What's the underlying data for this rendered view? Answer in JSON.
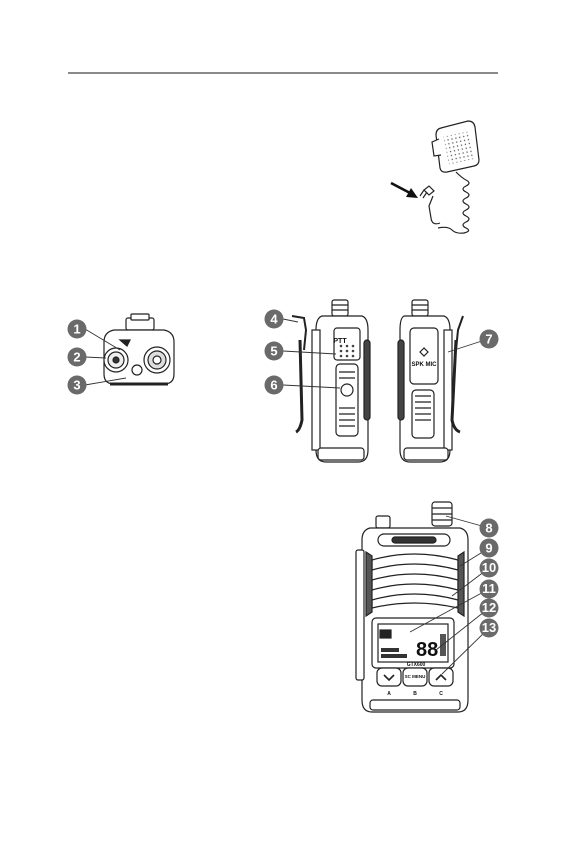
{
  "callouts": [
    "1",
    "2",
    "3",
    "4",
    "5",
    "6",
    "7",
    "8",
    "9",
    "10",
    "11",
    "12",
    "13"
  ],
  "radio_labels": {
    "ptt": "PTT",
    "spk_mic": "SPK MIC",
    "model": "GTX600",
    "menu_key": "SC MENU",
    "key_a": "A",
    "key_b": "B",
    "key_c": "C"
  }
}
